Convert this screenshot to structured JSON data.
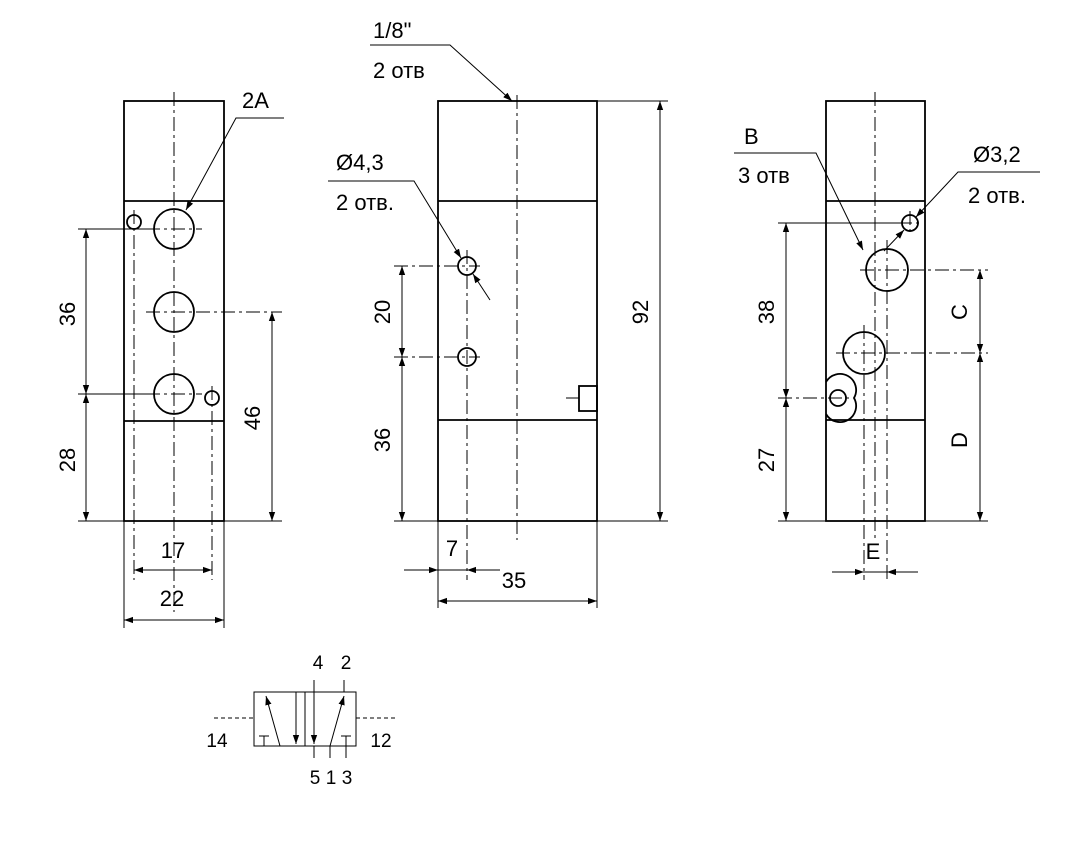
{
  "left_view": {
    "label_2a": "2А",
    "dim_36": "36",
    "dim_28": "28",
    "dim_46": "46",
    "dim_17": "17",
    "dim_22": "22"
  },
  "middle_view": {
    "note_thread": "1/8\"",
    "note_thread_count": "2 отв",
    "note_hole": "Ø4,3",
    "note_hole_count": "2 отв.",
    "dim_20": "20",
    "dim_36": "36",
    "dim_92": "92",
    "dim_7": "7",
    "dim_35": "35"
  },
  "right_view": {
    "label_b": "B",
    "label_b_count": "3 отв",
    "note_hole": "Ø3,2",
    "note_hole_count": "2 отв.",
    "dim_38": "38",
    "dim_27": "27",
    "dim_c": "C",
    "dim_d": "D",
    "dim_e": "E"
  },
  "symbol": {
    "port_4": "4",
    "port_2": "2",
    "port_14": "14",
    "port_12": "12",
    "port_5": "5",
    "port_1": "1",
    "port_3": "3"
  }
}
